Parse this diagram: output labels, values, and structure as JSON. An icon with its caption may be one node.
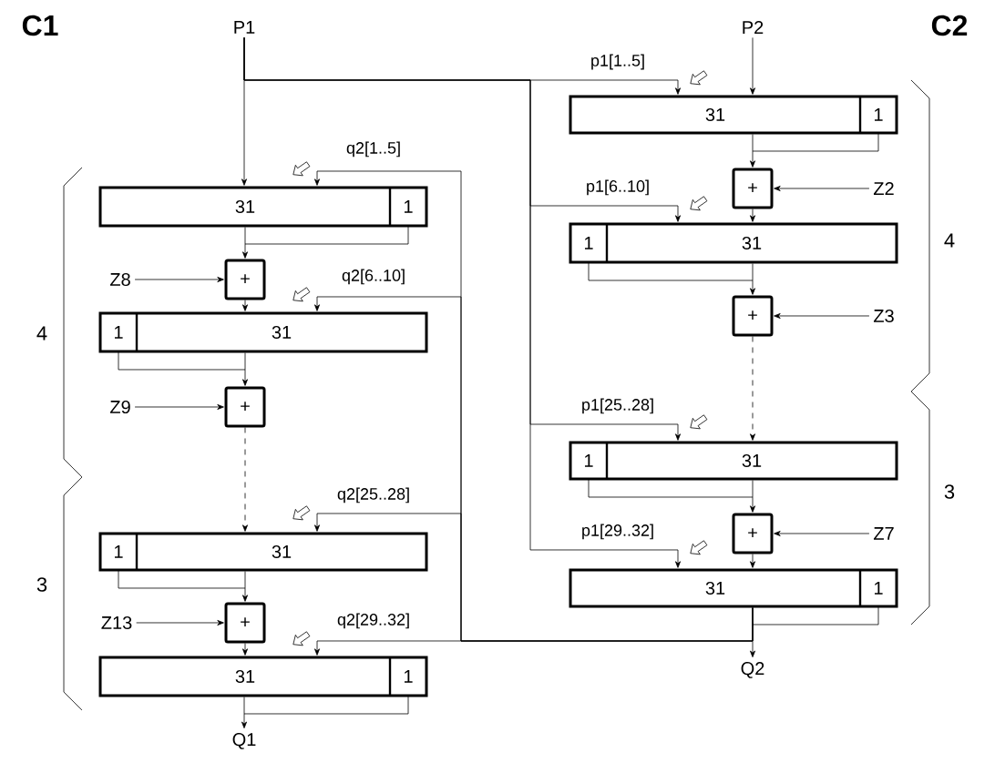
{
  "diagram": {
    "nodes": [
      {
        "text": [
          "P1"
        ]
      },
      {
        "text": [
          "P2"
        ]
      },
      {
        "text": [
          "31",
          "1"
        ]
      },
      {
        "text": [
          "Z8"
        ]
      },
      {
        "text": [
          "+"
        ]
      },
      {
        "text": [
          "1",
          "31"
        ]
      },
      {
        "text": [
          "Z9"
        ]
      },
      {
        "text": [
          "+"
        ]
      },
      {
        "text": [
          "1",
          "31"
        ]
      },
      {
        "text": [
          "Z13"
        ]
      },
      {
        "text": [
          "+"
        ]
      },
      {
        "text": [
          "31",
          "1"
        ]
      },
      {
        "text": [
          "Q1"
        ]
      },
      {
        "text": [
          "31",
          "1"
        ]
      },
      {
        "text": [
          "Z2"
        ]
      },
      {
        "text": [
          "+"
        ]
      },
      {
        "text": [
          "1",
          "31"
        ]
      },
      {
        "text": [
          "Z3"
        ]
      },
      {
        "text": [
          "+"
        ]
      },
      {
        "text": [
          "1",
          "31"
        ]
      },
      {
        "text": [
          "Z7"
        ]
      },
      {
        "text": [
          "+"
        ]
      },
      {
        "text": [
          "31",
          "1"
        ]
      },
      {
        "text": [
          "Q2"
        ]
      }
    ],
    "edges": [
      {
        "from": 0,
        "to": 2,
        "arrow": "to"
      },
      {
        "from": 2,
        "to": 4,
        "arrow": "to"
      },
      {
        "from": 3,
        "to": 4,
        "arrow": "to"
      },
      {
        "from": 4,
        "to": 5,
        "arrow": "to"
      },
      {
        "from": 5,
        "to": 7,
        "arrow": "to"
      },
      {
        "from": 6,
        "to": 7,
        "arrow": "to"
      },
      {
        "from": 7,
        "to": 8,
        "arrow": "to",
        "style": "dashed"
      },
      {
        "from": 8,
        "to": 10,
        "arrow": "to"
      },
      {
        "from": 9,
        "to": 10,
        "arrow": "to"
      },
      {
        "from": 10,
        "to": 11,
        "arrow": "to"
      },
      {
        "from": 11,
        "to": 12,
        "arrow": "to"
      },
      {
        "from": 1,
        "to": 13,
        "arrow": "to"
      },
      {
        "from": 13,
        "to": 15,
        "arrow": "to"
      },
      {
        "from": 14,
        "to": 15,
        "arrow": "to"
      },
      {
        "from": 15,
        "to": 16,
        "arrow": "to"
      },
      {
        "from": 16,
        "to": 18,
        "arrow": "to"
      },
      {
        "from": 17,
        "to": 18,
        "arrow": "to"
      },
      {
        "from": 18,
        "to": 19,
        "arrow": "to",
        "style": "dashed"
      },
      {
        "from": 19,
        "to": 21,
        "arrow": "to"
      },
      {
        "from": 20,
        "to": 21,
        "arrow": "to"
      },
      {
        "from": 21,
        "to": 22,
        "arrow": "to"
      },
      {
        "from": 22,
        "to": 23,
        "arrow": "to"
      },
      {
        "from": 0,
        "to": 13,
        "arrow": "to",
        "label": "p1[1..5]"
      },
      {
        "from": 0,
        "to": 16,
        "arrow": "to",
        "label": "p1[6..10]"
      },
      {
        "from": 0,
        "to": 19,
        "arrow": "to",
        "label": "p1[25..28]"
      },
      {
        "from": 0,
        "to": 22,
        "arrow": "to",
        "label": "p1[29..32]"
      },
      {
        "from": 22,
        "to": 2,
        "arrow": "to",
        "label": "q2[1..5]"
      },
      {
        "from": 22,
        "to": 5,
        "arrow": "to",
        "label": "q2[6..10]"
      },
      {
        "from": 22,
        "to": 8,
        "arrow": "to",
        "label": "q2[25..28]"
      },
      {
        "from": 22,
        "to": 11,
        "arrow": "to",
        "label": "q2[29..32]"
      }
    ],
    "labels": [
      "C1",
      "C2",
      "4",
      "3",
      "4",
      "3"
    ]
  }
}
